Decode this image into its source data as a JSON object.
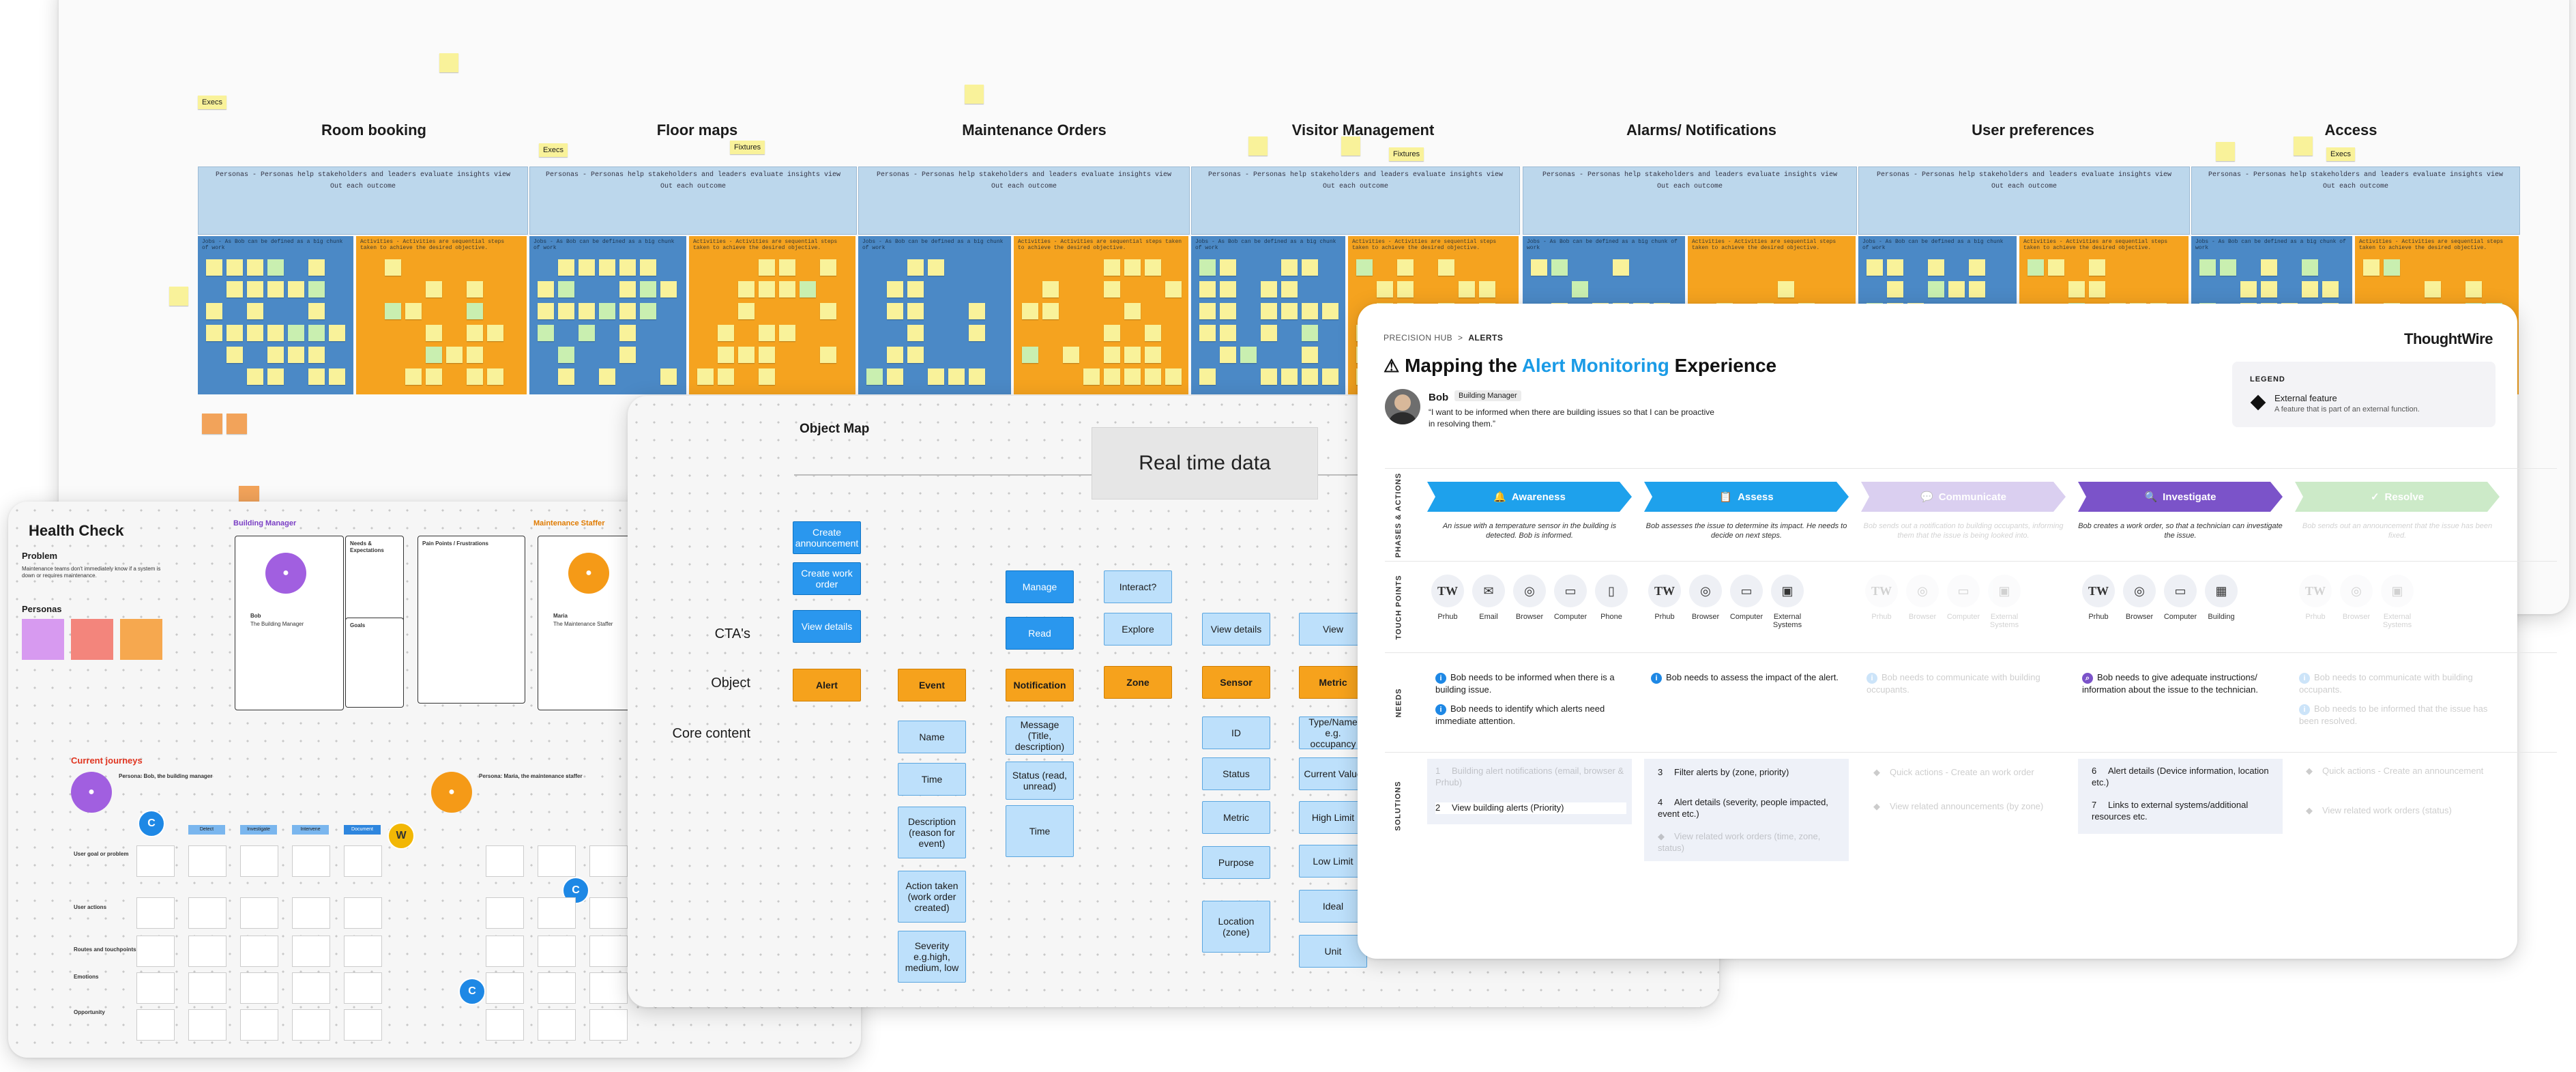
{
  "board": {
    "sections": [
      {
        "title": "Room booking"
      },
      {
        "title": "Floor maps"
      },
      {
        "title": "Maintenance Orders"
      },
      {
        "title": "Visitor Management"
      },
      {
        "title": "Alarms/ Notifications"
      },
      {
        "title": "User preferences"
      },
      {
        "title": "Access"
      }
    ],
    "persona_caption": "Personas - Personas help stakeholders and leaders evaluate insights view",
    "persona_caption_2": "Out each outcome",
    "blue_caption": "Jobs - As Bob can be defined as a big chunk of work",
    "orange_caption": "Activities - Activities are sequential steps taken to achieve the desired objective.",
    "sticky_labels": [
      "Execs",
      "Execs",
      "Execs",
      "Fixtures",
      "Fixtures"
    ]
  },
  "health": {
    "title": "Health Check",
    "problem_heading": "Problem",
    "problem_text": "Maintenance teams don't immediately know if a system is down or requires maintenance.",
    "personas_heading": "Personas",
    "persona_a_heading": "Building Manager",
    "persona_b_heading": "Maintenance Staffer",
    "persona_a_name": "Bob",
    "persona_a_role": "The Building Manager",
    "persona_b_name": "Maria",
    "persona_b_role": "The Maintenance Staffer",
    "needs_heading": "Needs & Expectations",
    "pain_heading": "Pain Points / Frustrations",
    "goals_heading": "Goals",
    "journeys_heading": "Current journeys",
    "persona_a_line": "Persona: Bob, the building manager",
    "persona_b_line": "Persona: Maria, the maintenance staffer",
    "stage_labels": [
      "Detect",
      "Investigate",
      "Intervene",
      "Document"
    ],
    "row_labels": [
      "User goal or problem",
      "User actions",
      "Routes and touchpoints",
      "Emotions",
      "Opportunity"
    ]
  },
  "object_map": {
    "title": "Object Map",
    "banner": "Real time data",
    "row_labels": {
      "ctas": "CTA's",
      "object": "Object",
      "core": "Core content"
    },
    "ctas": [
      "Create announcement",
      "Create work order",
      "View details",
      "Manage",
      "Read",
      "Interact?",
      "Explore",
      "View details",
      "View"
    ],
    "objects": [
      "Alert",
      "Event",
      "Notification",
      "Zone",
      "Sensor",
      "Metric"
    ],
    "event_content": [
      "Name",
      "Time",
      "Description (reason for event)",
      "Action taken (work order created)",
      "Severity e.g.high, medium, low"
    ],
    "notification_content": [
      "Message (Title, description)",
      "Status (read, unread)",
      "Time"
    ],
    "sensor_content": [
      "ID",
      "Status",
      "Metric",
      "Purpose",
      "Location (zone)"
    ],
    "metric_content": [
      "Type/Name e.g. occupancy",
      "Current Value",
      "High Limit",
      "Low Limit",
      "Ideal",
      "Unit"
    ]
  },
  "alert_map": {
    "breadcrumb_root": "PRECISION HUB",
    "breadcrumb_sep": ">",
    "breadcrumb_leaf": "ALERTS",
    "logo": "ThoughtWire",
    "title_prefix": "Mapping the ",
    "title_highlight": "Alert Monitoring",
    "title_suffix": " Experience",
    "accent": "#1a9be6",
    "persona_name": "Bob",
    "persona_role": "Building Manager",
    "quote": "“I want to be informed when there are building issues so that I can be proactive in resolving them.”",
    "legend": {
      "heading": "LEGEND",
      "item_title": "External feature",
      "item_desc": "A feature that is part of an external function."
    },
    "row_labels": {
      "phases": "PHASES & ACTIONS",
      "touchpoints": "TOUCH POINTS",
      "needs": "NEEDS",
      "solutions": "SOLUTIONS"
    },
    "phases": [
      {
        "label": "Awareness",
        "icon": "bell-icon",
        "color": "#1ea1ec",
        "desc": "An issue with a temperature sensor in the building is detected. Bob is informed."
      },
      {
        "label": "Assess",
        "icon": "clipboard-icon",
        "color": "#1ea1ec",
        "desc": "Bob assesses the issue to determine its impact. He needs to decide on next steps."
      },
      {
        "label": "Communicate",
        "icon": "chat-icon",
        "color": "#a89be8",
        "desc": "Bob sends out a notification to building occupants, informing them that the issue is being looked into."
      },
      {
        "label": "Investigate",
        "icon": "search-icon",
        "color": "#7b53c9",
        "desc": "Bob creates a work order, so that a technician can investigate the issue."
      },
      {
        "label": "Resolve",
        "icon": "check-icon",
        "color": "#8fcf7f",
        "desc": "Bob sends out an announcement that the issue has been fixed."
      }
    ],
    "touchpoints": {
      "awareness": [
        "Prhub",
        "Email",
        "Browser",
        "Computer",
        "Phone"
      ],
      "assess": [
        "Prhub",
        "Browser",
        "Computer",
        "External Systems"
      ],
      "communicate": [
        "Prhub",
        "Browser",
        "Computer",
        "External Systems"
      ],
      "investigate": [
        "Prhub",
        "Browser",
        "Computer",
        "Building"
      ],
      "resolve": [
        "Prhub",
        "Browser",
        "External Systems"
      ]
    },
    "needs": {
      "awareness_1": "Bob needs to be informed when there is a building issue.",
      "awareness_2": "Bob needs to identify which alerts need immediate attention.",
      "assess_1": "Bob needs to assess the impact of the alert.",
      "communicate_1": "Bob needs to communicate with building occupants.",
      "investigate_1": "Bob needs to give adequate instructions/ information about the issue to the technician.",
      "resolve_1": "Bob needs to communicate with building occupants.",
      "resolve_2": "Bob needs to be informed that the issue has been resolved."
    },
    "solutions": {
      "awareness": [
        {
          "n": "1",
          "t": "Building alert notifications (email, browser & Prhub)"
        },
        {
          "n": "2",
          "t": "View building alerts (Priority)"
        }
      ],
      "assess": [
        {
          "n": "3",
          "t": "Filter alerts by (zone, priority)"
        },
        {
          "n": "4",
          "t": "Alert details (severity, people impacted, event etc.)"
        },
        {
          "n": "",
          "t": "View related work orders (time, zone, status)"
        }
      ],
      "communicate": [
        {
          "n": "",
          "t": "Quick actions - Create an work order"
        },
        {
          "n": "",
          "t": "View related announcements (by zone)"
        }
      ],
      "investigate": [
        {
          "n": "6",
          "t": "Alert details (Device information, location etc.)"
        },
        {
          "n": "7",
          "t": "Links to external systems/additional resources etc."
        }
      ],
      "resolve": [
        {
          "n": "",
          "t": "Quick actions - Create an announcement"
        },
        {
          "n": "",
          "t": "View related work orders (status)"
        }
      ]
    }
  }
}
